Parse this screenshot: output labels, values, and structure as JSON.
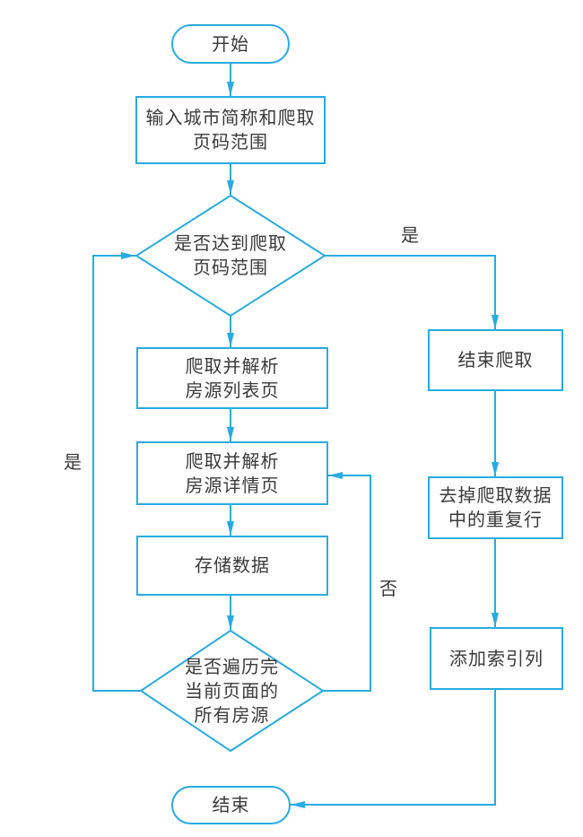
{
  "diagram": {
    "type": "flowchart",
    "accent_color": "#29ABE2",
    "text_color": "#3a3a3a",
    "nodes": {
      "start": {
        "shape": "terminator",
        "label": "开始"
      },
      "input": {
        "shape": "process",
        "label": "输入城市简称和爬取\n页码范围"
      },
      "decision_page_range": {
        "shape": "decision",
        "label": "是否达到爬取\n页码范围"
      },
      "crawl_list": {
        "shape": "process",
        "label": "爬取并解析\n房源列表页"
      },
      "crawl_detail": {
        "shape": "process",
        "label": "爬取并解析\n房源详情页"
      },
      "store_data": {
        "shape": "process",
        "label": "存储数据"
      },
      "decision_traverse": {
        "shape": "decision",
        "label": "是否遍历完\n当前页面的\n所有房源"
      },
      "end_crawl": {
        "shape": "process",
        "label": "结束爬取"
      },
      "dedup": {
        "shape": "process",
        "label": "去掉爬取数据\n中的重复行"
      },
      "add_index": {
        "shape": "process",
        "label": "添加索引列"
      },
      "end": {
        "shape": "terminator",
        "label": "结束"
      }
    },
    "edge_labels": {
      "yes_top": "是",
      "yes_left": "是",
      "no_right": "否"
    }
  }
}
